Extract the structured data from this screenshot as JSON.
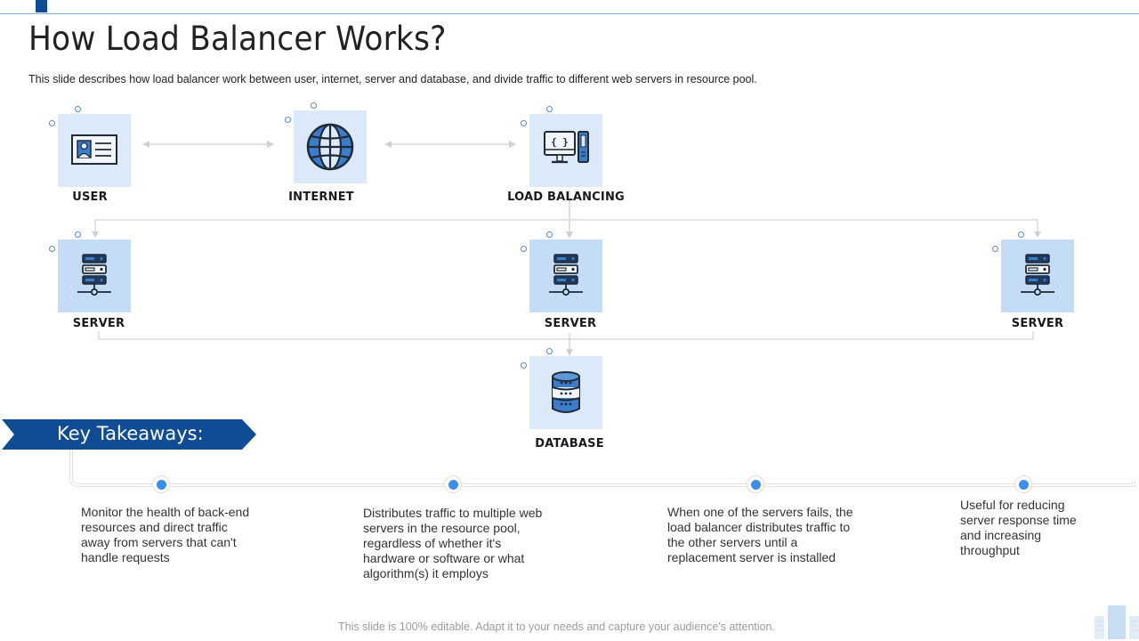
{
  "header": {
    "title": "How Load Balancer Works?",
    "subtitle": "This slide describes how load balancer work between user, internet, server and database, and divide  traffic to different  web servers in resource pool."
  },
  "diagram": {
    "nodes": [
      {
        "id": "user",
        "label": "USER",
        "icon": "id-card-icon"
      },
      {
        "id": "internet",
        "label": "INTERNET",
        "icon": "globe-icon"
      },
      {
        "id": "load_balancing",
        "label": "LOAD BALANCING",
        "icon": "computer-code-icon"
      },
      {
        "id": "server_left",
        "label": "SERVER",
        "icon": "server-icon"
      },
      {
        "id": "server_center",
        "label": "SERVER",
        "icon": "server-icon"
      },
      {
        "id": "server_right",
        "label": "SERVER",
        "icon": "server-icon"
      },
      {
        "id": "database",
        "label": "DATABASE",
        "icon": "database-icon"
      }
    ],
    "edges": [
      {
        "from": "user",
        "to": "internet",
        "type": "bidirectional"
      },
      {
        "from": "internet",
        "to": "load_balancing",
        "type": "bidirectional"
      },
      {
        "from": "load_balancing",
        "to": "server_left",
        "type": "arrow"
      },
      {
        "from": "load_balancing",
        "to": "server_center",
        "type": "arrow"
      },
      {
        "from": "load_balancing",
        "to": "server_right",
        "type": "arrow"
      },
      {
        "from": "server_left",
        "to": "database",
        "type": "line"
      },
      {
        "from": "server_center",
        "to": "database",
        "type": "arrow"
      },
      {
        "from": "server_right",
        "to": "database",
        "type": "line"
      }
    ],
    "colors": {
      "icon_bg_light": "#dbe9f8",
      "icon_bg_mid": "#c4dcf6",
      "accent_blue": "#3d7cc9",
      "dark_navy": "#1f3a5f"
    }
  },
  "takeaways": {
    "heading": "Key Takeaways:",
    "banner_color": "#0f4c94",
    "dot_color": "#3d8ee8",
    "items": [
      {
        "text": "Monitor the health of back-end resources and direct traffic away  from servers that can't handle requests"
      },
      {
        "text": "Distributes traffic to multiple web servers in the resource pool, regardless of whether it's hardware or software or what algorithm(s) it employs"
      },
      {
        "text": "When one of the servers fails, the load balancer distributes traffic to the other servers until a replacement server is installed"
      },
      {
        "text": "Useful  for reducing server response time and increasing throughput"
      }
    ]
  },
  "footer": {
    "note": "This slide is 100% editable. Adapt it to your needs and capture your audience's attention."
  }
}
